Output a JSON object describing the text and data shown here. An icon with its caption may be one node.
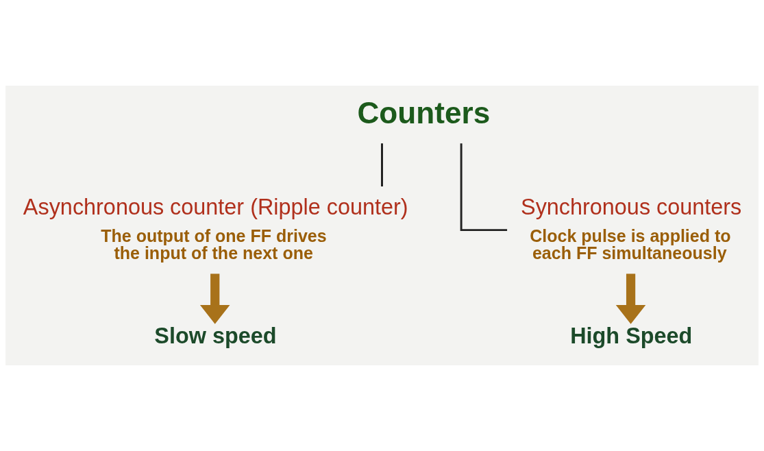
{
  "diagram": {
    "nodes": [
      {
        "text": [
          "Counters"
        ]
      },
      {
        "text": [
          "Asynchronous counter (Ripple counter)",
          "The output of one FF drives the input of the next one"
        ]
      },
      {
        "text": [
          "Synchronous counters",
          "Clock pulse is applied to each FF simultaneously"
        ]
      },
      {
        "text": [
          "Slow speed"
        ]
      },
      {
        "text": [
          "High Speed"
        ]
      }
    ],
    "edges": [
      {
        "from": 0,
        "to": 1,
        "arrow": "none"
      },
      {
        "from": 0,
        "to": 2,
        "arrow": "none"
      },
      {
        "from": 1,
        "to": 3,
        "arrow": "to",
        "style": "thick",
        "color": "#a8721a"
      },
      {
        "from": 2,
        "to": 4,
        "arrow": "to",
        "style": "thick",
        "color": "#a8721a"
      }
    ]
  }
}
